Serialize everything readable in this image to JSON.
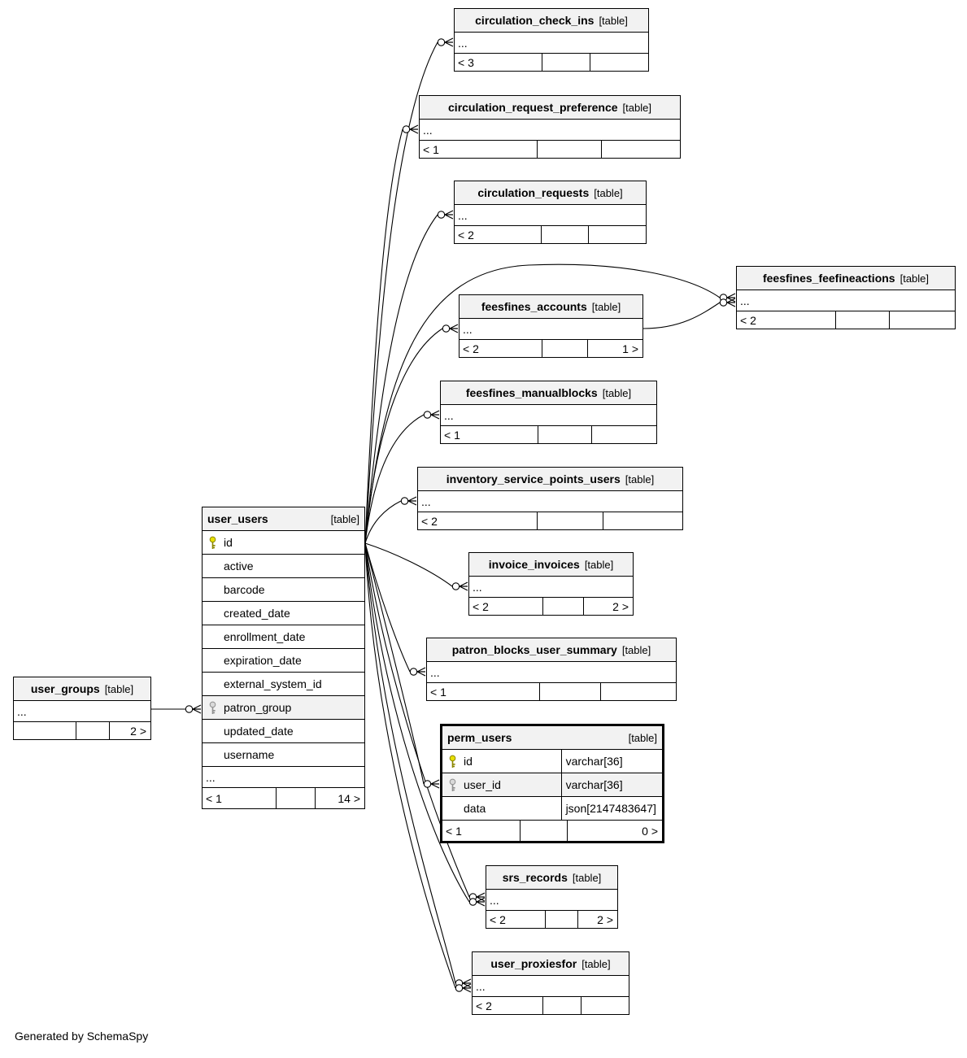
{
  "footer_note": "Generated by SchemaSpy",
  "colors": {
    "pk_key": "#e8e000",
    "pk_key_stroke": "#8a8500",
    "fk_key": "#d9d9d9",
    "fk_key_stroke": "#8f8f8f",
    "header_bg": "#f2f2f2",
    "edge": "#000000"
  },
  "tables": {
    "circulation_check_ins": {
      "name": "circulation_check_ins",
      "tag": "[table]",
      "ellipsis": "...",
      "footer": [
        "< 3",
        "",
        ""
      ]
    },
    "circulation_request_preference": {
      "name": "circulation_request_preference",
      "tag": "[table]",
      "ellipsis": "...",
      "footer": [
        "< 1",
        "",
        ""
      ]
    },
    "circulation_requests": {
      "name": "circulation_requests",
      "tag": "[table]",
      "ellipsis": "...",
      "footer": [
        "< 2",
        "",
        ""
      ]
    },
    "feesfines_feefineactions": {
      "name": "feesfines_feefineactions",
      "tag": "[table]",
      "ellipsis": "...",
      "footer": [
        "< 2",
        "",
        ""
      ]
    },
    "feesfines_accounts": {
      "name": "feesfines_accounts",
      "tag": "[table]",
      "ellipsis": "...",
      "footer": [
        "< 2",
        "",
        "1 >"
      ]
    },
    "feesfines_manualblocks": {
      "name": "feesfines_manualblocks",
      "tag": "[table]",
      "ellipsis": "...",
      "footer": [
        "< 1",
        "",
        ""
      ]
    },
    "inventory_service_points_users": {
      "name": "inventory_service_points_users",
      "tag": "[table]",
      "ellipsis": "...",
      "footer": [
        "< 2",
        "",
        ""
      ]
    },
    "invoice_invoices": {
      "name": "invoice_invoices",
      "tag": "[table]",
      "ellipsis": "...",
      "footer": [
        "< 2",
        "",
        "2 >"
      ]
    },
    "patron_blocks_user_summary": {
      "name": "patron_blocks_user_summary",
      "tag": "[table]",
      "ellipsis": "...",
      "footer": [
        "< 1",
        "",
        ""
      ]
    },
    "srs_records": {
      "name": "srs_records",
      "tag": "[table]",
      "ellipsis": "...",
      "footer": [
        "< 2",
        "",
        "2 >"
      ]
    },
    "user_proxiesfor": {
      "name": "user_proxiesfor",
      "tag": "[table]",
      "ellipsis": "...",
      "footer": [
        "< 2",
        "",
        ""
      ]
    },
    "user_groups": {
      "name": "user_groups",
      "tag": "[table]",
      "ellipsis": "...",
      "footer": [
        "",
        "",
        "2 >"
      ]
    },
    "user_users": {
      "name": "user_users",
      "tag": "[table]",
      "ellipsis": "...",
      "footer": [
        "< 1",
        "",
        "14 >"
      ],
      "columns": [
        {
          "label": "id",
          "key": "pk"
        },
        {
          "label": "active"
        },
        {
          "label": "barcode"
        },
        {
          "label": "created_date"
        },
        {
          "label": "enrollment_date"
        },
        {
          "label": "expiration_date"
        },
        {
          "label": "external_system_id"
        },
        {
          "label": "patron_group",
          "key": "fk"
        },
        {
          "label": "updated_date"
        },
        {
          "label": "username"
        }
      ]
    },
    "perm_users": {
      "name": "perm_users",
      "tag": "[table]",
      "footer": [
        "< 1",
        "",
        "0 >"
      ],
      "columns": [
        {
          "label": "id",
          "type": "varchar[36]",
          "key": "pk"
        },
        {
          "label": "user_id",
          "type": "varchar[36]",
          "key": "fk"
        },
        {
          "label": "data",
          "type": "json[2147483647]"
        }
      ]
    }
  }
}
